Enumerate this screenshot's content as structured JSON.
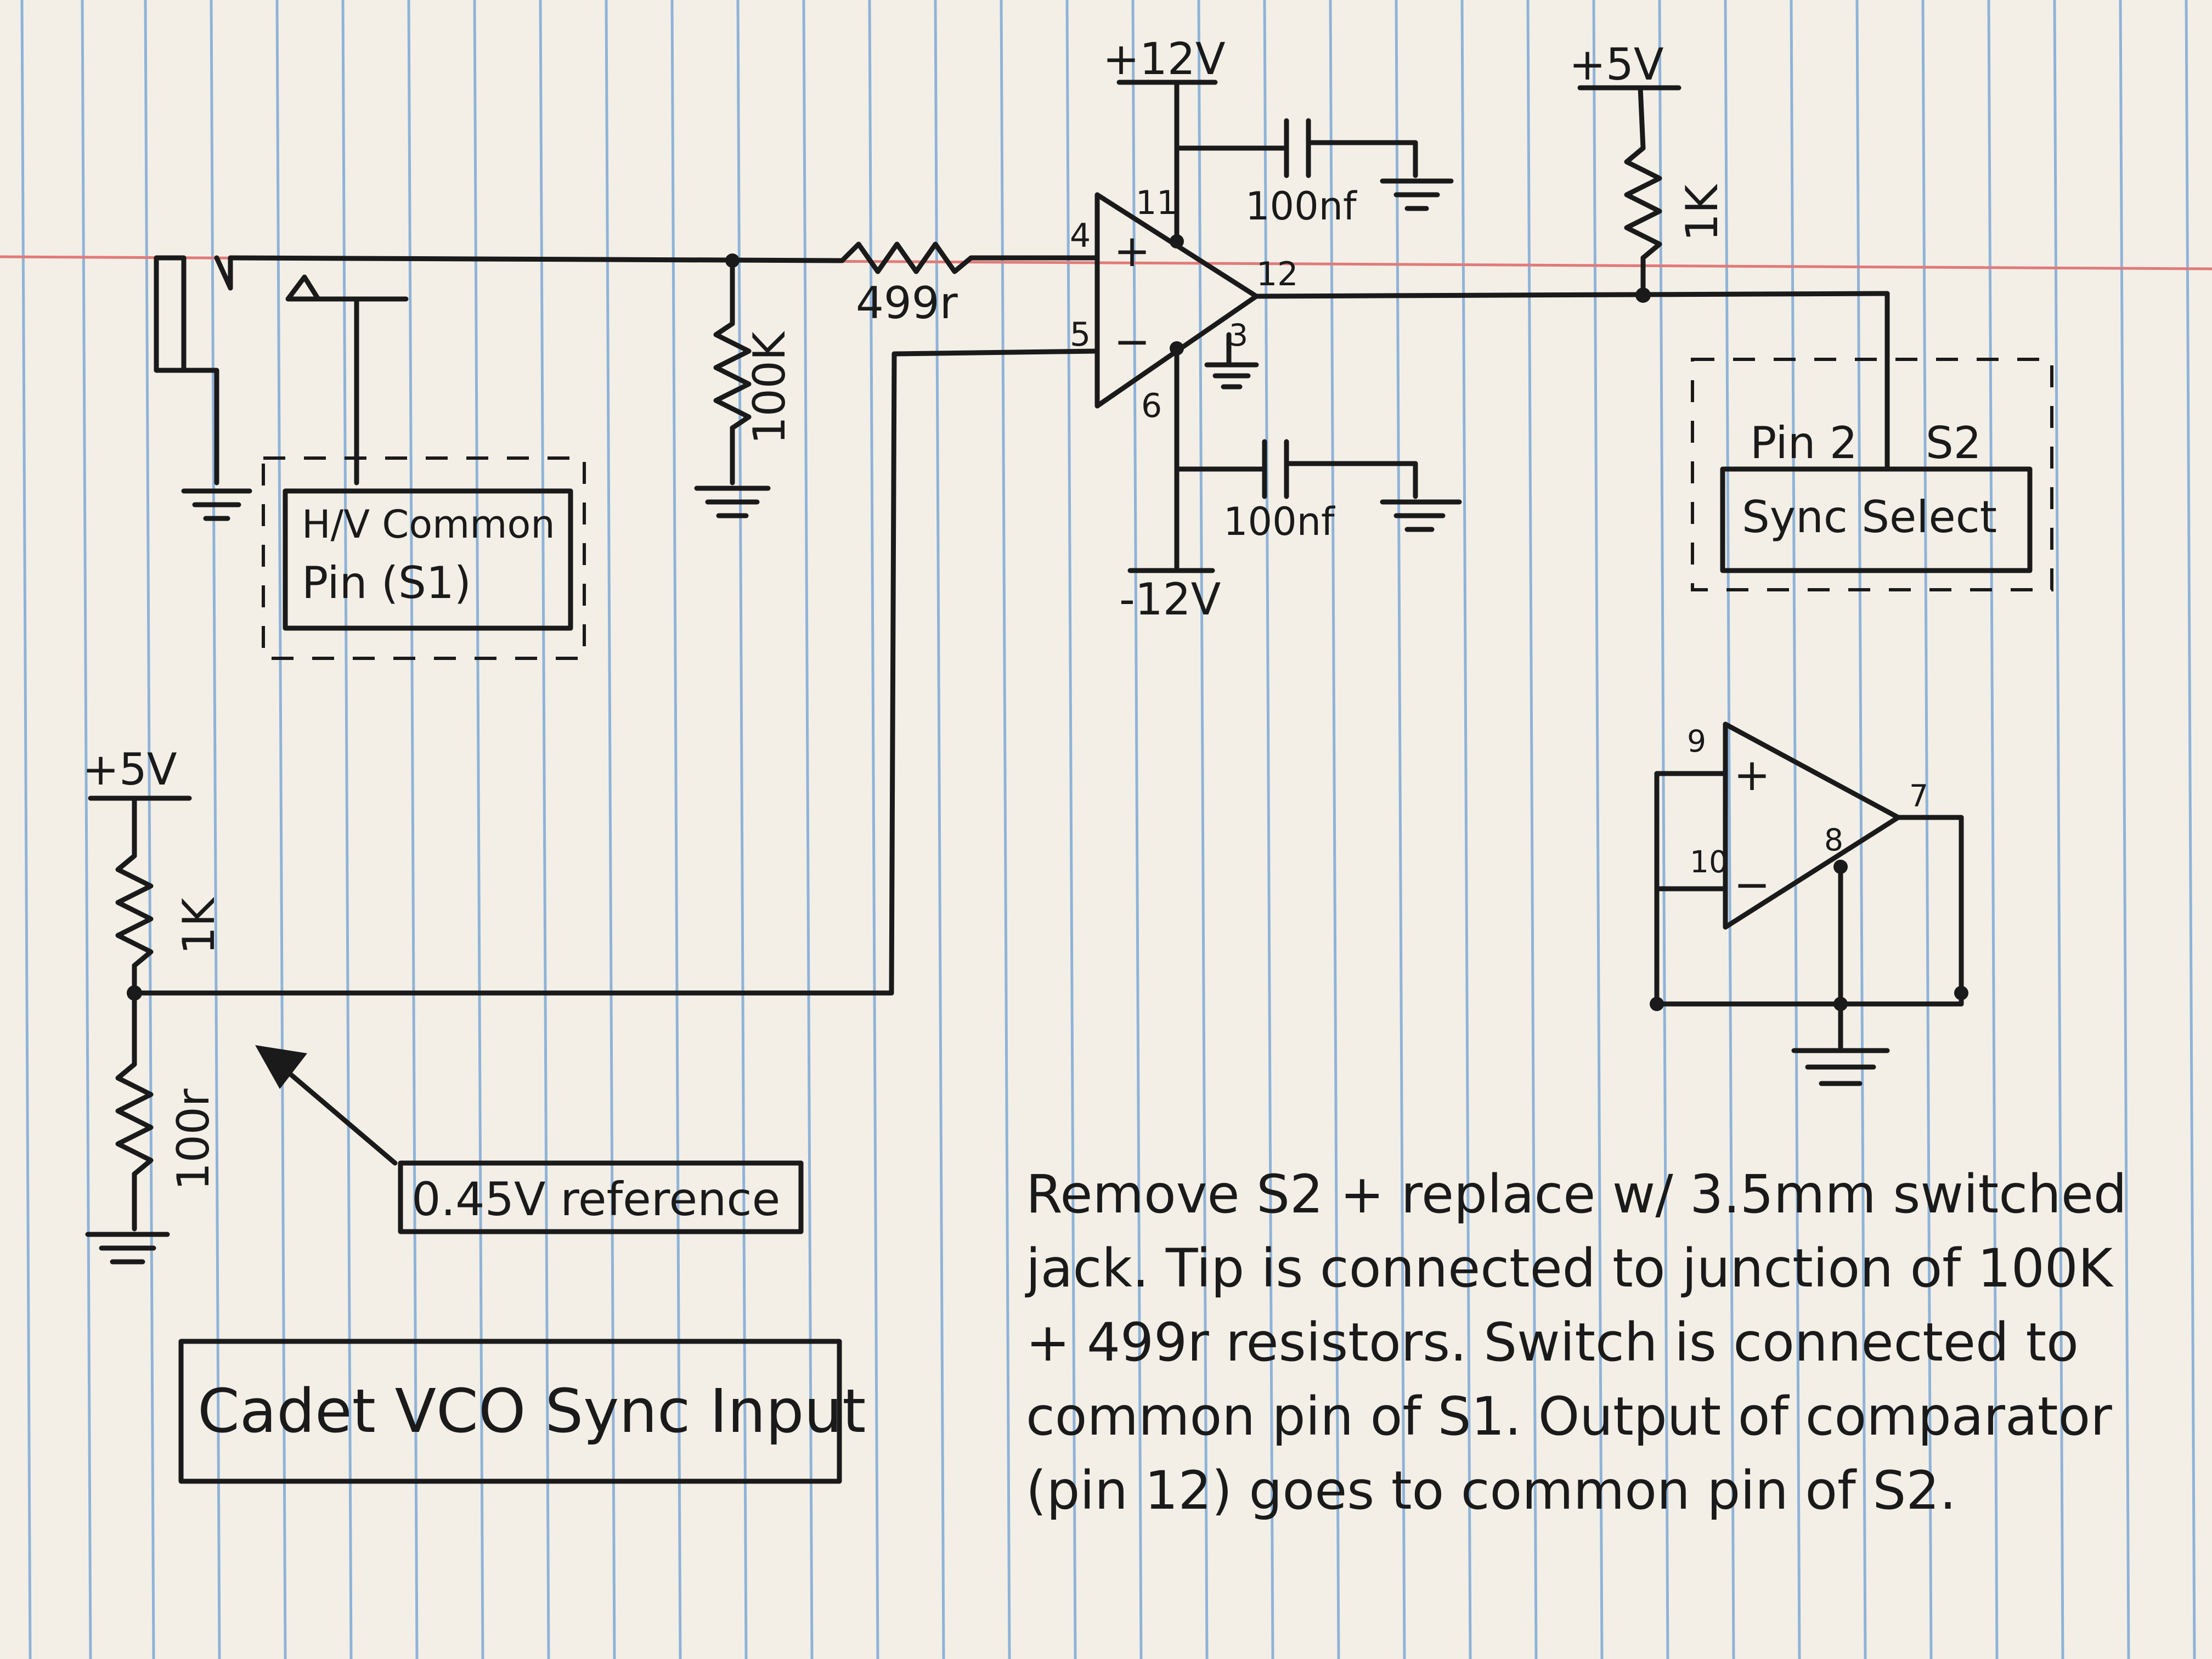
{
  "labels": {
    "plus12_top": "+12V",
    "minus12_bottom": "-12V",
    "plus5_top": "+5V",
    "plus5_left": "+5V",
    "r_1k_top": "1K",
    "r_1k_left": "1K",
    "r_100k": "100K",
    "r_499": "499r",
    "r_100r": "100r",
    "cap_top": "100nf",
    "cap_bottom": "100nf",
    "pin4": "4",
    "pin5": "5",
    "pin11": "11",
    "pin12": "12",
    "pin3": "3",
    "pin6": "6",
    "pin9": "9",
    "pin10": "10",
    "pin8": "8",
    "pin7": "7",
    "plus_sign": "+",
    "minus_sign": "−"
  },
  "boxes": {
    "s1_line1": "H/V Common",
    "s1_line2": "Pin (S1)",
    "s2_pin": "Pin 2",
    "s2_name": "S2",
    "s2_label": "Sync Select",
    "reference": "0.45V reference",
    "title": "Cadet VCO Sync Input"
  },
  "note": {
    "lines": [
      "Remove S2 + replace w/ 3.5mm switched",
      "jack. Tip is connected to junction of 100K",
      "+ 499r resistors. Switch is connected to",
      "common pin of S1. Output of comparator",
      "(pin 12) goes to common pin of S2."
    ]
  },
  "colors": {
    "paper": "#f3efe6",
    "rule_blue": "#8fb3d9",
    "margin_red": "#e07a7a",
    "ink": "#1a1a1a"
  }
}
